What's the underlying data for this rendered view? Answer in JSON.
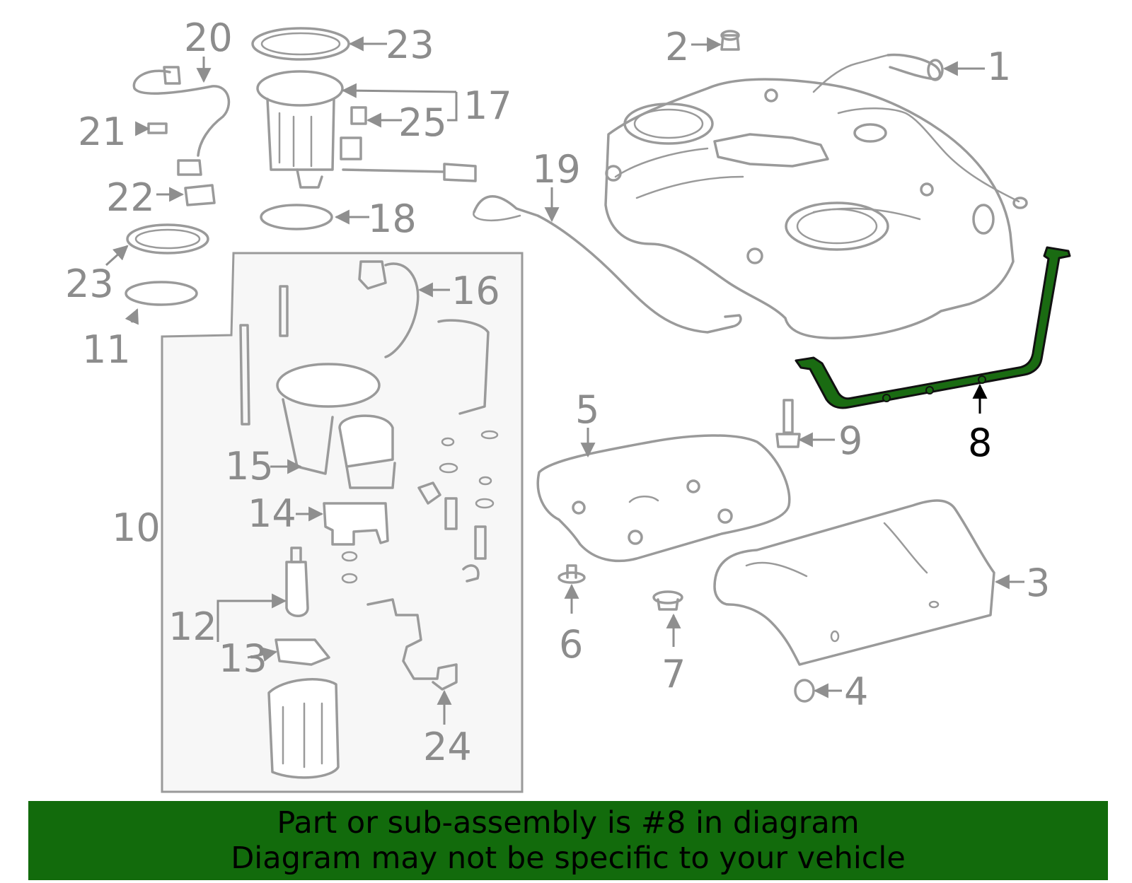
{
  "diagram": {
    "highlight_color": "#1a6b12",
    "highlighted_part": "8",
    "callouts": {
      "c1": "1",
      "c2": "2",
      "c3": "3",
      "c4": "4",
      "c5": "5",
      "c6": "6",
      "c7": "7",
      "c8": "8",
      "c9": "9",
      "c10": "10",
      "c11": "11",
      "c12": "12",
      "c13": "13",
      "c14": "14",
      "c15": "15",
      "c16": "16",
      "c17": "17",
      "c18": "18",
      "c19": "19",
      "c20": "20",
      "c21": "21",
      "c22": "22",
      "c23a": "23",
      "c23b": "23",
      "c24": "24",
      "c25": "25"
    }
  },
  "banner": {
    "background": "#126b0c",
    "line1": "Part or sub-assembly is #8 in diagram",
    "line2": "Diagram may not be specific to your vehicle"
  }
}
